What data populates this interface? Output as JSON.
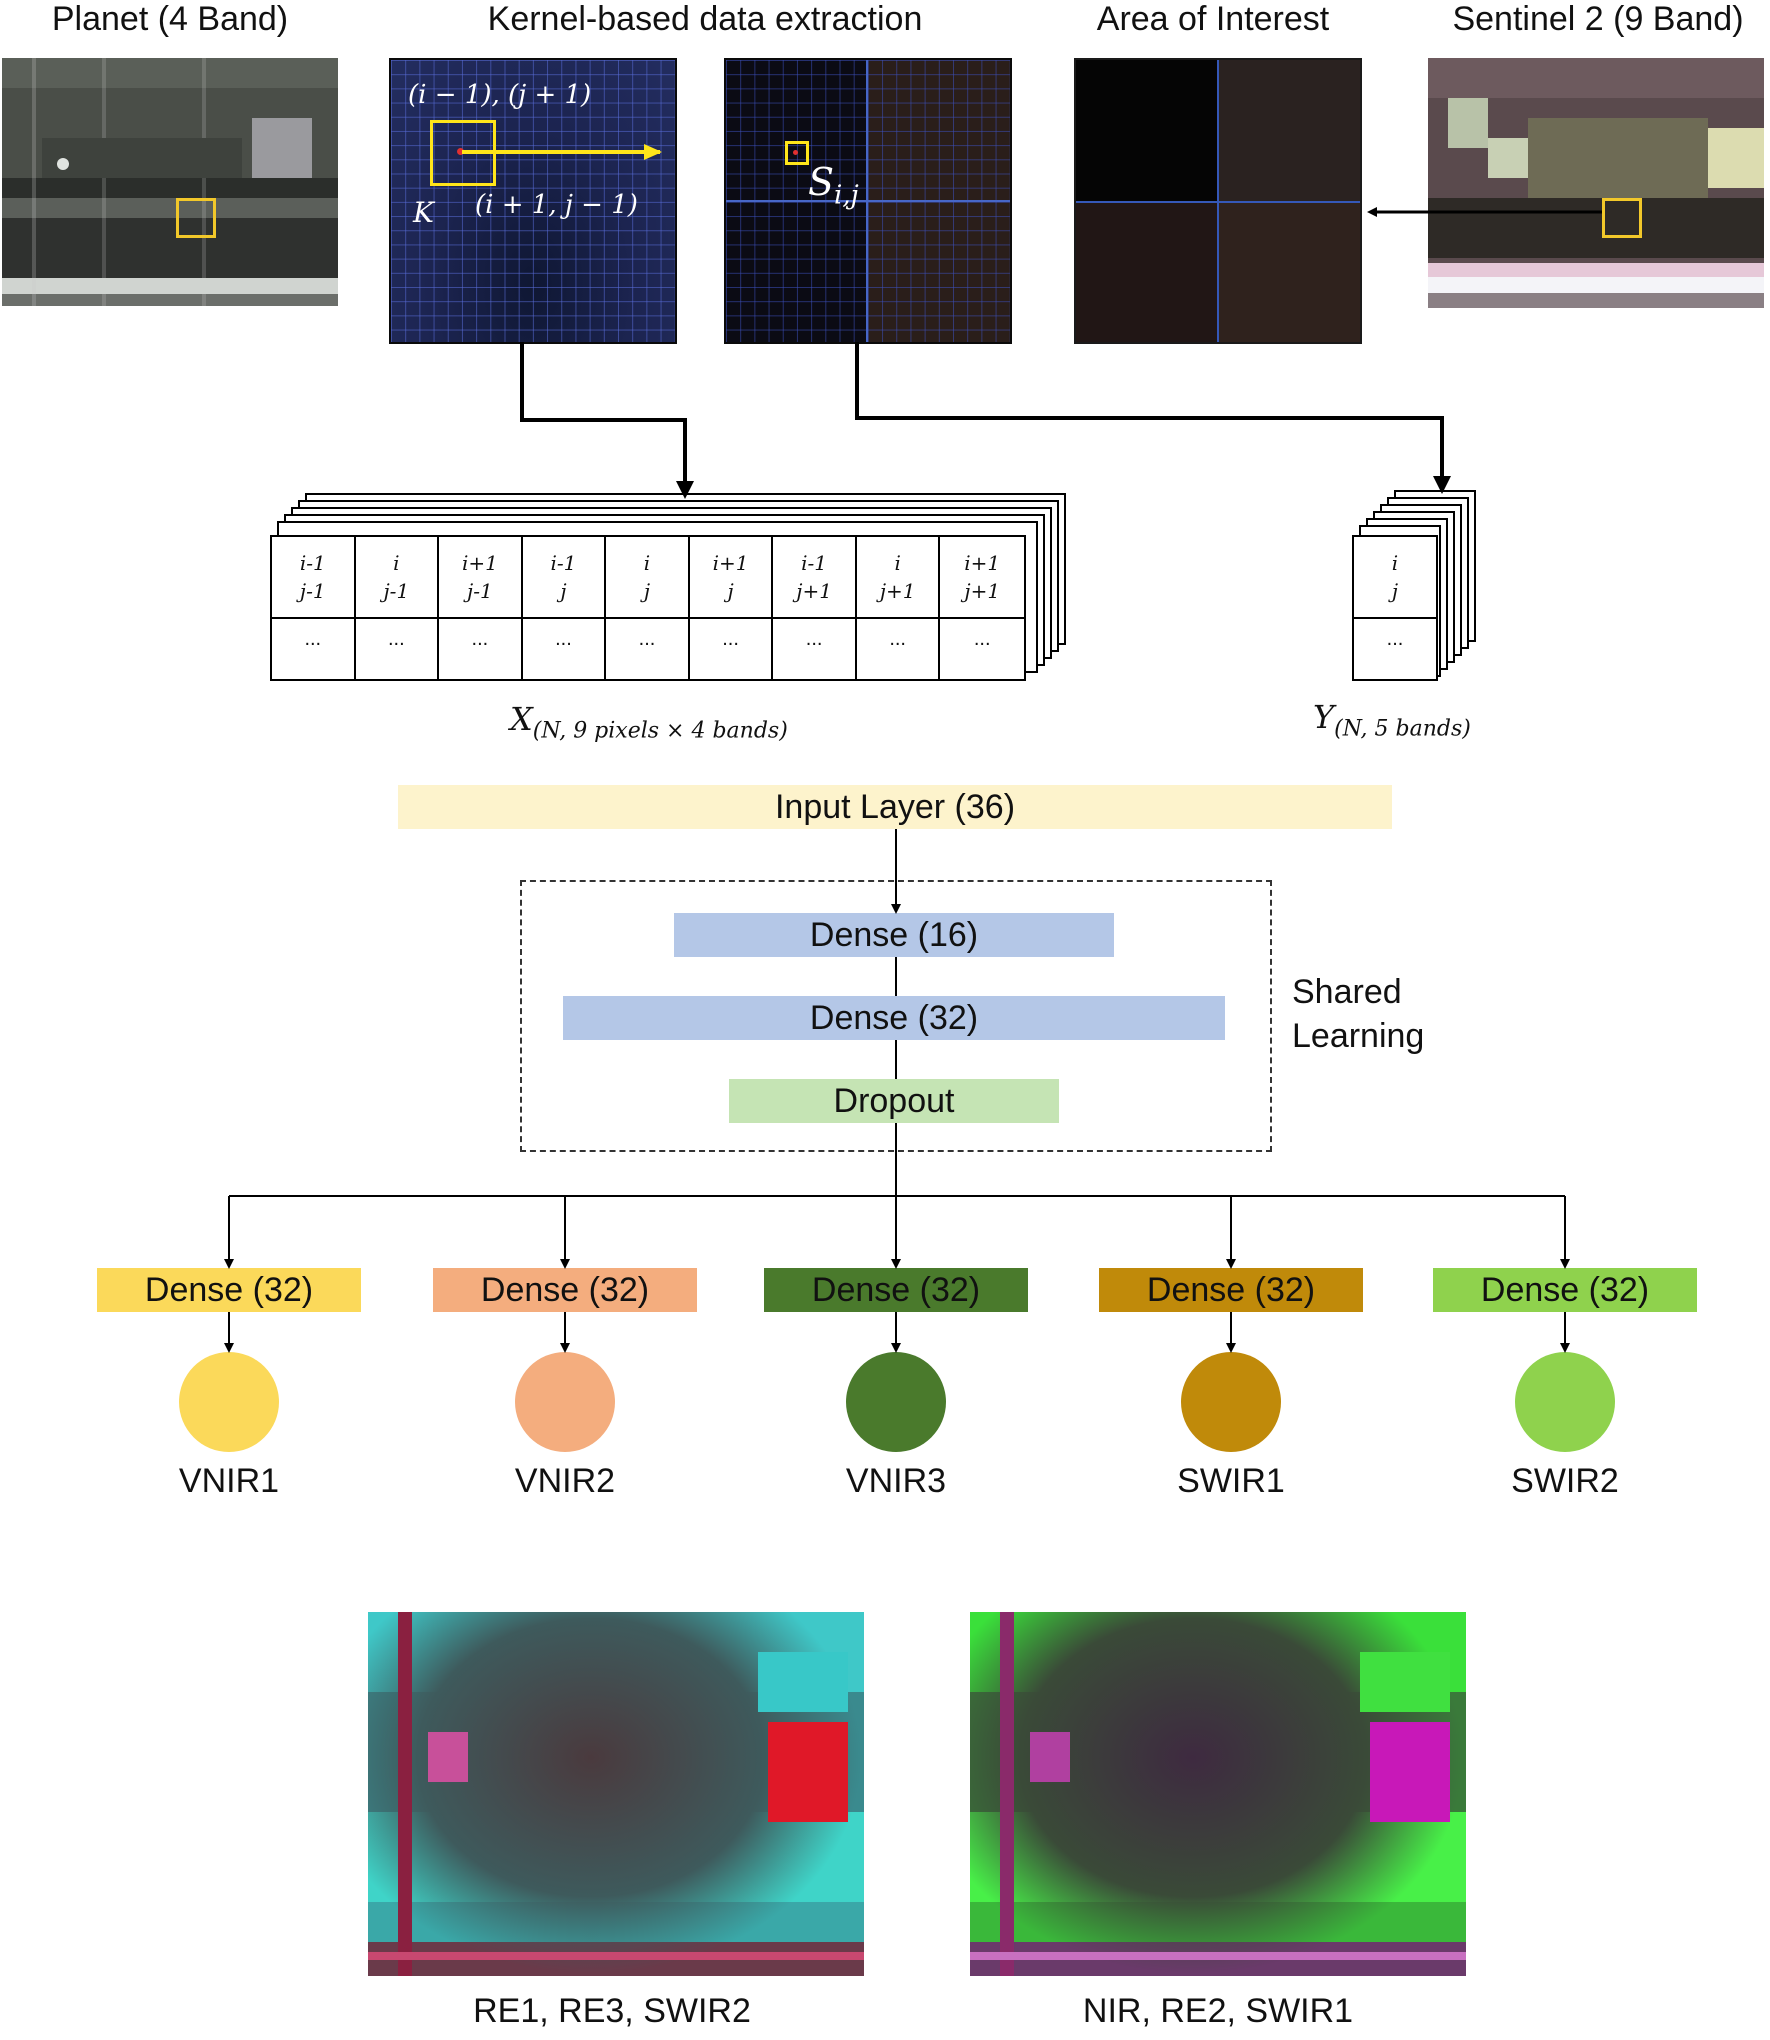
{
  "headers": {
    "planet": "Planet (4 Band)",
    "kernel": "Kernel-based data extraction",
    "aoi": "Area of Interest",
    "sentinel": "Sentinel 2 (9 Band)"
  },
  "kernel_labels": {
    "top": "(i − 1), (j + 1)",
    "k": "K",
    "bottom": "(i + 1, j − 1)",
    "s": "S",
    "s_sub": "i,j"
  },
  "x_table": {
    "cells": [
      [
        "i-1",
        "j-1"
      ],
      [
        "i",
        "j-1"
      ],
      [
        "i+1",
        "j-1"
      ],
      [
        "i-1",
        "j"
      ],
      [
        "i",
        "j"
      ],
      [
        "i+1",
        "j"
      ],
      [
        "i-1",
        "j+1"
      ],
      [
        "i",
        "j+1"
      ],
      [
        "i+1",
        "j+1"
      ]
    ],
    "ellipsis": "...",
    "label_main": "X",
    "label_sub": "(N, 9 pixels × 4 bands)"
  },
  "y_table": {
    "cell": [
      "i",
      "j"
    ],
    "ellipsis": "...",
    "label_main": "Y",
    "label_sub": "(N, 5 bands)"
  },
  "network": {
    "input": "Input  Layer (36)",
    "dense16": "Dense (16)",
    "dense32": "Dense (32)",
    "dropout": "Dropout",
    "shared_label_1": "Shared",
    "shared_label_2": "Learning"
  },
  "heads": [
    {
      "label": "Dense (32)",
      "output": "VNIR1",
      "color": "#fbd95a",
      "circle": "#fbd95a"
    },
    {
      "label": "Dense (32)",
      "output": "VNIR2",
      "color": "#f4ad7e",
      "circle": "#f4ad7e"
    },
    {
      "label": "Dense (32)",
      "output": "VNIR3",
      "color": "#4a7a2c",
      "circle": "#4a7a2c"
    },
    {
      "label": "Dense (32)",
      "output": "SWIR1",
      "color": "#c08a0a",
      "circle": "#c08a0a"
    },
    {
      "label": "Dense (32)",
      "output": "SWIR2",
      "color": "#8fd24d",
      "circle": "#8fd24d"
    }
  ],
  "bottom_captions": {
    "left": "RE1, RE3, SWIR2",
    "right": "NIR,  RE2, SWIR1"
  },
  "colors": {
    "input_fill": "#fdf3cc",
    "dense_fill": "#b4c7e7",
    "dropout_fill": "#c5e4b4",
    "kernel_box": "#ffe51a"
  }
}
